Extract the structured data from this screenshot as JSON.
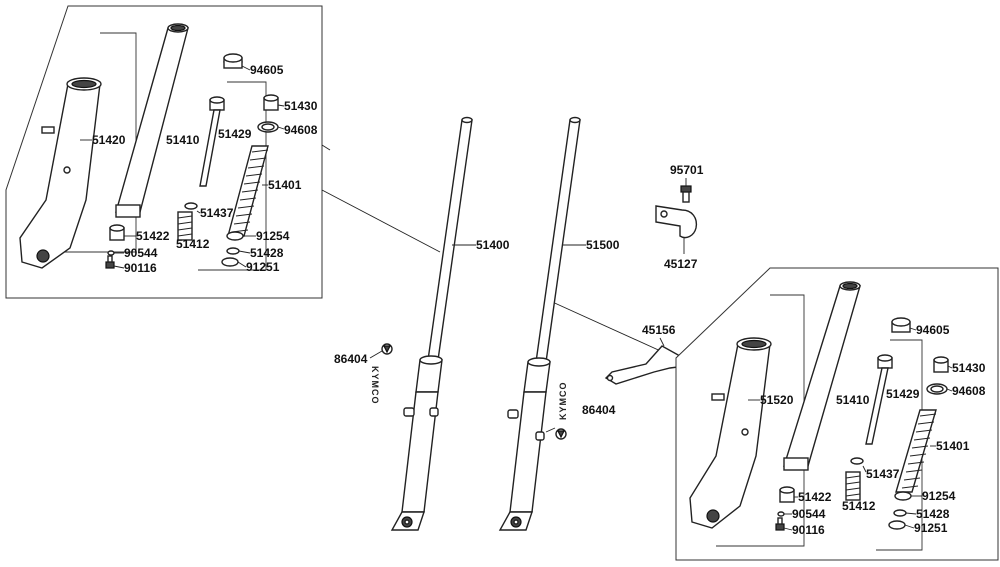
{
  "parts": {
    "left_panel": {
      "p94605": "94605",
      "p51430": "51430",
      "p94608": "94608",
      "p51420": "51420",
      "p51410": "51410",
      "p51429": "51429",
      "p51401": "51401",
      "p51437": "51437",
      "p51422": "51422",
      "p51412": "51412",
      "p91254": "91254",
      "p90544": "90544",
      "p51428": "51428",
      "p90116": "90116",
      "p91251": "91251"
    },
    "center": {
      "p51400": "51400",
      "p51500": "51500",
      "p86404_left": "86404",
      "p86404_right": "86404",
      "logo_left": "KYMCO",
      "logo_right": "KYMCO"
    },
    "bracket": {
      "p95701": "95701",
      "p45127": "45127",
      "p45156": "45156"
    },
    "right_panel": {
      "p94605": "94605",
      "p51430": "51430",
      "p94608": "94608",
      "p51520": "51520",
      "p51410": "51410",
      "p51429": "51429",
      "p51401": "51401",
      "p51437": "51437",
      "p51422": "51422",
      "p51412": "51412",
      "p91254": "91254",
      "p90544": "90544",
      "p51428": "51428",
      "p90116": "90116",
      "p91251": "91251"
    }
  }
}
